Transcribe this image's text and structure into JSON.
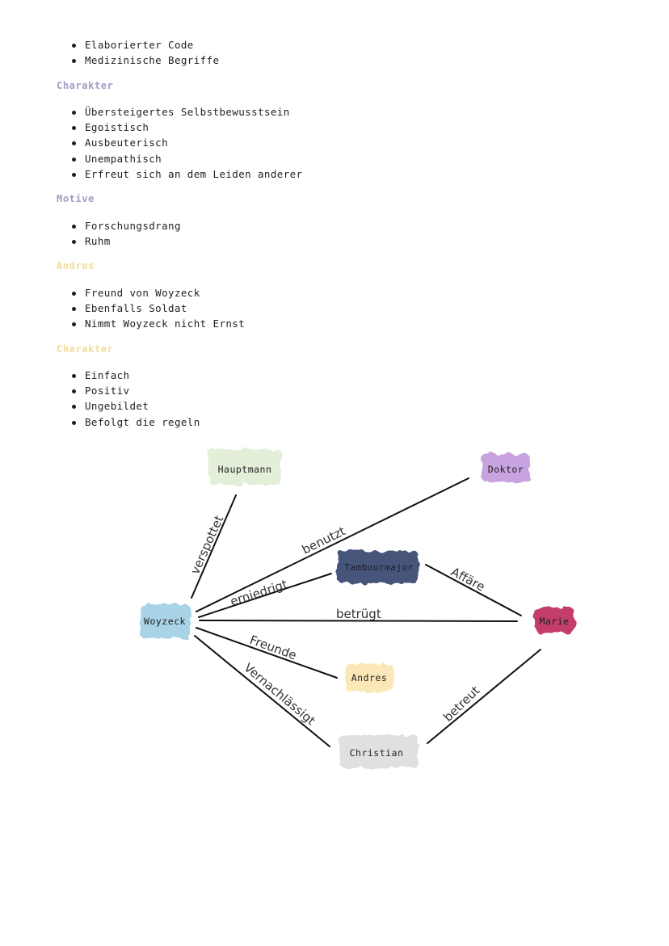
{
  "list1": [
    "Elaborierter Code",
    "Medizinische Begriffe"
  ],
  "headings": {
    "charakter1": "Charakter",
    "motive": "Motive",
    "andres": "Andres",
    "charakter2": "Charakter"
  },
  "list2": [
    "Übersteigertes Selbstbewusstsein",
    "Egoistisch",
    "Ausbeuterisch",
    "Unempathisch",
    "Erfreut sich an dem Leiden anderer"
  ],
  "list3": [
    "Forschungsdrang",
    "Ruhm"
  ],
  "list4": [
    "Freund von Woyzeck",
    "Ebenfalls Soldat",
    "Nimmt Woyzeck nicht Ernst"
  ],
  "list5": [
    "Einfach",
    "Positiv",
    "Ungebildet",
    "Befolgt die regeln"
  ],
  "colors": {
    "charakter1": "#a39bc8",
    "motive": "#a39bc8",
    "andres": "#f3dc9a",
    "charakter2": "#f3dc9a"
  },
  "diagram": {
    "nodes": {
      "hauptmann": {
        "label": "Hauptmann",
        "color": "#e3efd8"
      },
      "doktor": {
        "label": "Doktor",
        "color": "#c7a3e0"
      },
      "tambourmajor": {
        "label": "Tambourmajor",
        "color": "#46557a"
      },
      "woyzeck": {
        "label": "Woyzeck",
        "color": "#a9d3e6"
      },
      "marie": {
        "label": "Marie",
        "color": "#c43d6c"
      },
      "andres": {
        "label": "Andres",
        "color": "#fbe8b8"
      },
      "christian": {
        "label": "Christian",
        "color": "#e0e0e0"
      }
    },
    "edges": {
      "verspottet": "verspottet",
      "benutzt": "benutzt",
      "erniedrigt": "erniedrigt",
      "affaere": "Affäre",
      "betruegt": "betrügt",
      "freunde": "Freunde",
      "vernachlaessigt": "Vernachlässigt",
      "betreut": "betreut"
    }
  }
}
